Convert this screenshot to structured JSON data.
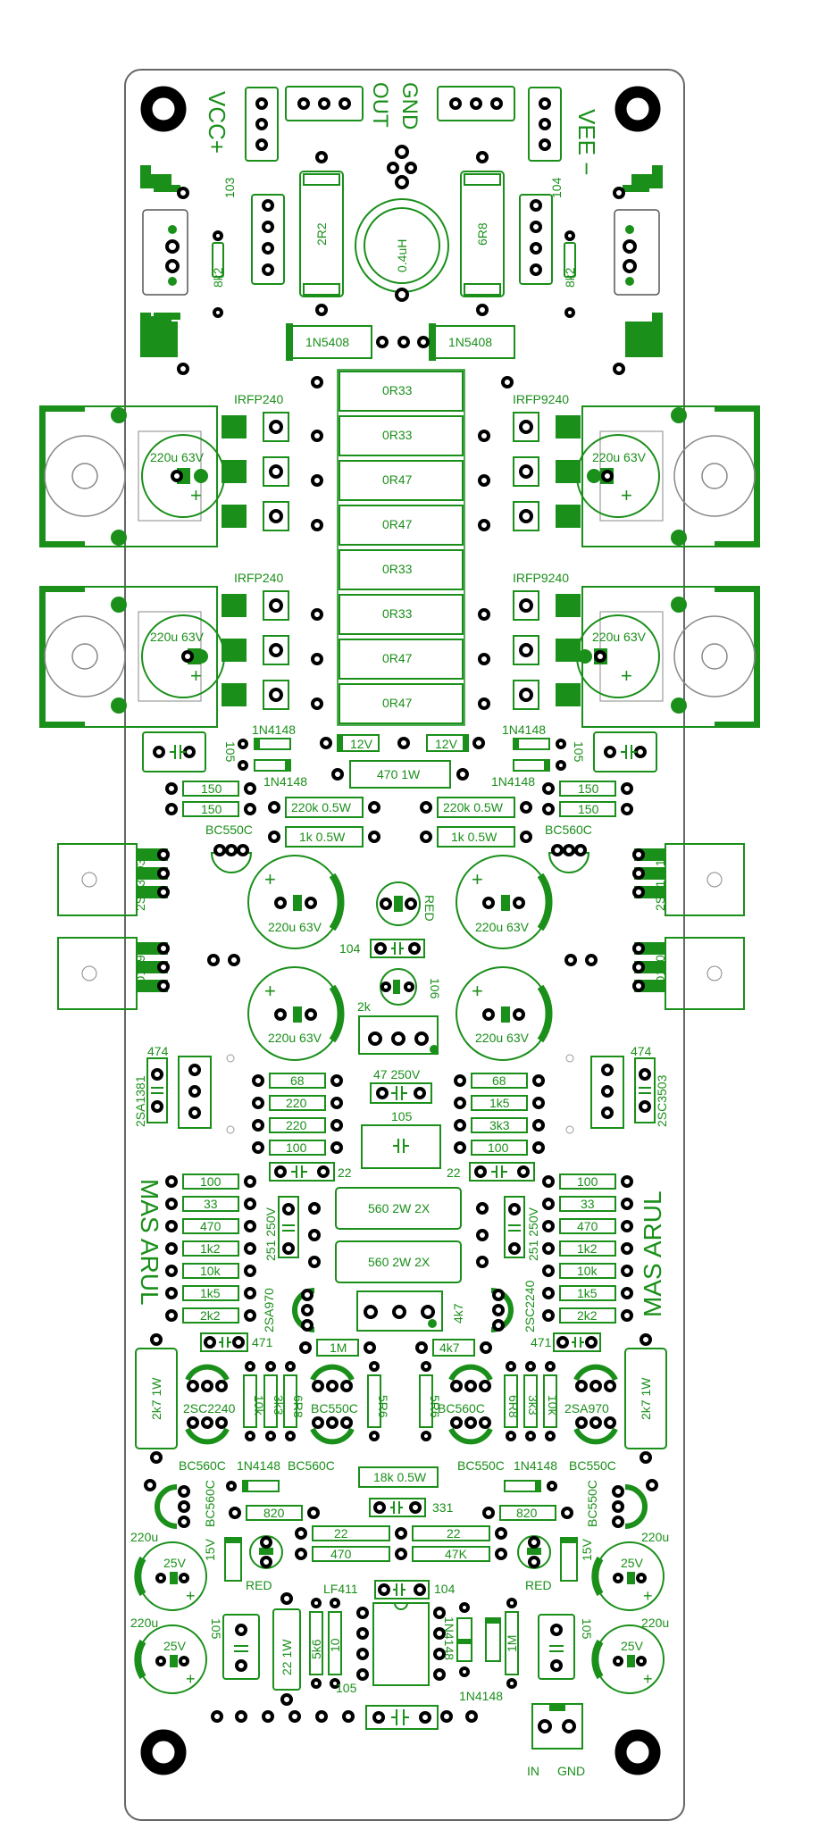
{
  "board": {
    "connectors": {
      "vcc": "VCC+",
      "out": "OUT",
      "gnd": "GND",
      "vee": "VEE −",
      "in": "IN",
      "in_gnd": "GND"
    },
    "author_left": "MAS ARUL",
    "author_right": "MAS ARUL"
  },
  "labels": {
    "cap_103": "103",
    "cap_104_top": "104",
    "res_8k2_l": "8k2",
    "res_8k2_r": "8k2",
    "res_2r2": "2R2",
    "res_6r8": "6R8",
    "inductor": "0.4uH",
    "diode_l": "1N5408",
    "diode_r": "1N5408",
    "q_irfp240_1": "IRFP240",
    "q_irfp9240_1": "IRFP9240",
    "q_irfp240_2": "IRFP240",
    "q_irfp9240_2": "IRFP9240",
    "emitter_res": [
      "0R33",
      "0R33",
      "0R47",
      "0R47",
      "0R33",
      "0R33",
      "0R47",
      "0R47"
    ],
    "bulk_cap": "220u 63V",
    "d_1n4148": "1N4148",
    "zener_12v": "12V",
    "cap_105": "105",
    "res_470_1w": "470 1W",
    "res_150": "150",
    "res_220k": "220k 0.5W",
    "res_1k": "1k 0.5W",
    "q_bc550c": "BC550C",
    "q_bc560c": "BC560C",
    "q_2sc3503": "2SC3503",
    "q_2sa1381": "2SA1381",
    "q_bd139": "BD139",
    "q_bd140": "BD140",
    "led_red": "RED",
    "cap_104": "104",
    "cap_106": "106",
    "trim_2k": "2k",
    "cap_474": "474",
    "cap_47_250v": "47 250V",
    "mid_res_l": [
      "68",
      "220",
      "220",
      "100"
    ],
    "mid_res_r": [
      "68",
      "1k5",
      "3k3",
      "100"
    ],
    "cap_22": "22",
    "res_560": "560 2W 2X",
    "cap_251": "251 250V",
    "col_res": [
      "100",
      "33",
      "470",
      "1k2",
      "10k",
      "1k5",
      "2k2"
    ],
    "q_2sa970": "2SA970",
    "q_2sc2240": "2SC2240",
    "trim_4k7": "4k7",
    "cap_471": "471",
    "res_1m": "1M",
    "res_4k7": "4k7",
    "res_2k7": "2k7 1W",
    "res_10k": "10k",
    "res_3k3": "3k3",
    "res_6r8v": "6R8",
    "res_5r6": "5R6",
    "res_18k": "18k 0.5W",
    "res_820": "820",
    "cap_331": "331",
    "res_22": "22",
    "res_470": "470",
    "res_47k": "47K",
    "cap_220u": "220u",
    "cap_25v": "25V",
    "zener_15v": "15V",
    "opamp": "LF411",
    "res_22_1w": "22 1W",
    "res_5k6": "5k6",
    "res_10": "10",
    "res_1m_v": "1M"
  },
  "colors": {
    "silkscreen": "#1a8f1a",
    "pads": "#000000",
    "background": "#ffffff"
  }
}
